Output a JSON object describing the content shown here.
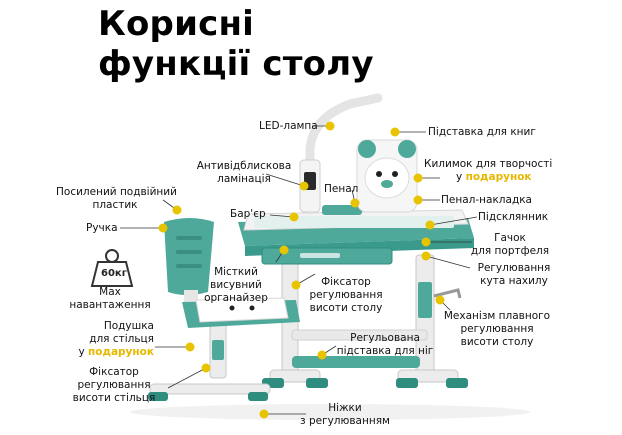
{
  "title": {
    "line1": "Корисні",
    "line2": "функції столу"
  },
  "labels": {
    "led_lamp": "LED-лампа",
    "book_stand": "Підставка для книг",
    "antiglare_1": "Антивідблискова",
    "antiglare_2": "ламінація",
    "creative_mat_1": "Килимок для творчості",
    "creative_mat_2_prefix": "у ",
    "creative_mat_2_gift": "подарунок",
    "pencil_box": "Пенал",
    "reinforced_1": "Посилений подвійний",
    "reinforced_2": "пластик",
    "pencil_overlay": "Пенал-накладка",
    "barrier": "Бар'єр",
    "cup_holder": "Підсклянник",
    "handle": "Ручка",
    "hook_1": "Гачок",
    "hook_2": "для портфеля",
    "weight_badge": "60кг",
    "max_load_1": "Max",
    "max_load_2": "навантаження",
    "organizer_1": "Місткий",
    "organizer_2": "висувний",
    "organizer_3": "органайзер",
    "height_lock_1": "Фіксатор",
    "height_lock_2": "регулювання",
    "height_lock_3": "висоти столу",
    "tilt_adjust_1": "Регулювання",
    "tilt_adjust_2": "кута нахилу",
    "smooth_mech_1": "Механізм плавного",
    "smooth_mech_2": "регулювання",
    "smooth_mech_3": "висоти столу",
    "cushion_1": "Подушка",
    "cushion_2": "для стільця",
    "cushion_3_prefix": "у ",
    "cushion_3_gift": "подарунок",
    "footrest_1": "Регульована",
    "footrest_2": "підставка для ніг",
    "chair_lock_1": "Фіксатор",
    "chair_lock_2": "регулювання",
    "chair_lock_3": "висоти стільця",
    "legs_1": "Ніжки",
    "legs_2": "з регулюванням"
  },
  "colors": {
    "accent": "#e8c400",
    "teal": "#4fa99a",
    "teal_dark": "#2f8d80",
    "frame": "#e6e6e6",
    "text": "#111111"
  }
}
